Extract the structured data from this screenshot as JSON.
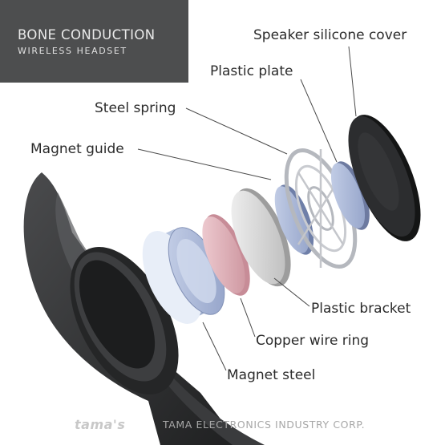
{
  "header": {
    "title": "BONE CONDUCTION",
    "subtitle": "WIRELESS HEADSET"
  },
  "labels": {
    "speaker_silicone_cover": "Speaker silicone cover",
    "plastic_plate": "Plastic plate",
    "steel_spring": "Steel spring",
    "magnet_guide": "Magnet guide",
    "plastic_bracket": "Plastic bracket",
    "copper_wire_ring": "Copper wire ring",
    "magnet_steel": "Magnet steel"
  },
  "footer": {
    "brand": "tama's",
    "company": "TAMA ELECTRONICS INDUSTRY CORP."
  },
  "colors": {
    "title_background": "#4d4e4f",
    "headset_body": "#2f3032",
    "magnet_blue": "#b6c2dc",
    "copper_pink": "#e3b6bd",
    "bracket_silver": "#dedede",
    "spring_steel": "#c9cbd0",
    "cover_black": "#232425"
  }
}
